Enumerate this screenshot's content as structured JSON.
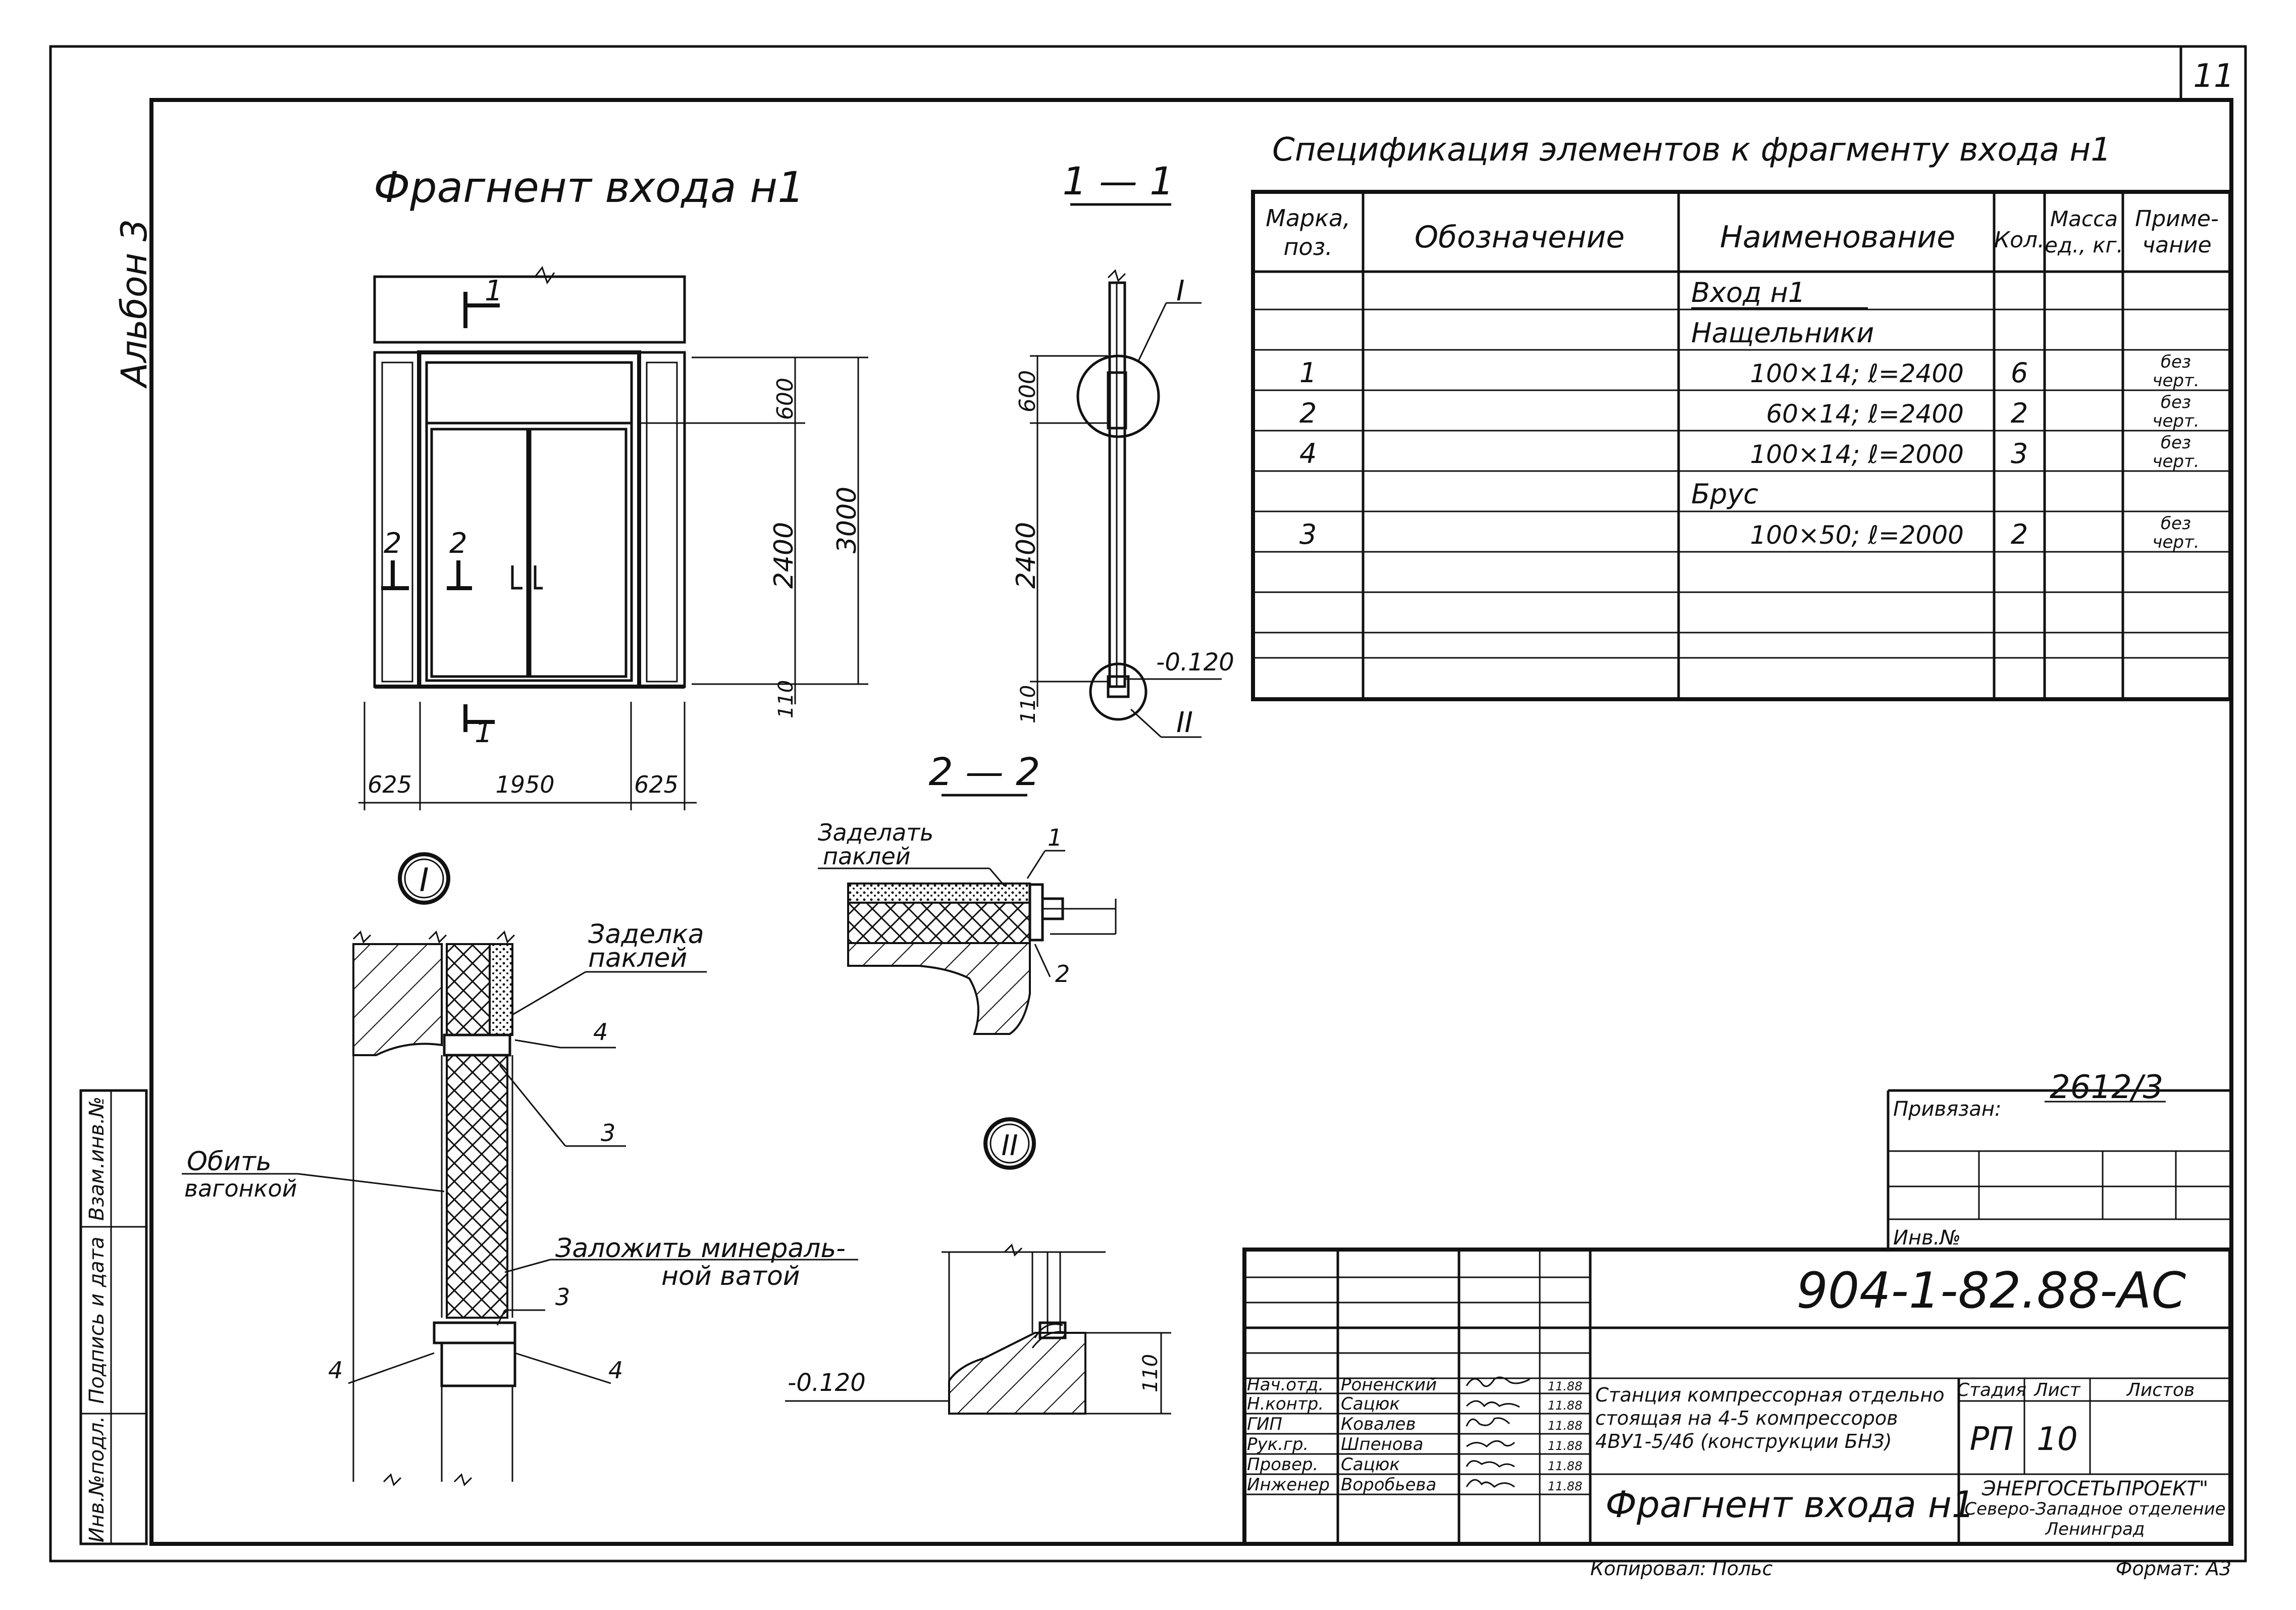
{
  "sheet_number": "11",
  "album": "Альбон 3",
  "copied_by": "Копировал: Польс",
  "format": "Формат: А3",
  "drawing": {
    "title": "Фрагнент входа н1",
    "section_1_title": "1 — 1",
    "section_2_title": "2 — 2",
    "node_1": "I",
    "node_2": "II",
    "cut_1": "1",
    "cut_2": "2",
    "dims": {
      "w_left": "625",
      "w_mid": "1950",
      "w_right": "625",
      "h_600": "600",
      "h_2400": "2400",
      "h_3000": "3000",
      "h_110": "110",
      "level": "-0.120"
    },
    "notes": {
      "zadelat_1": "Заделать",
      "zadelat_2": "паклей",
      "zadelka_1": "Заделка",
      "zadelka_2": "паклей",
      "obit_1": "Обить",
      "obit_2": "вагонкой",
      "zalozhit_1": "Заложить минераль-",
      "zalozhit_2": "ной ватой"
    },
    "marks": [
      "1",
      "2",
      "3",
      "4"
    ]
  },
  "spec": {
    "title": "Спецификация элементов к фрагменту входа н1",
    "headers": {
      "mark_1": "Марка,",
      "mark_2": "поз.",
      "designation": "Обозначение",
      "name": "Наименование",
      "qty": "Кол.",
      "mass_1": "Масса",
      "mass_2": "ед., кг.",
      "note_1": "Приме-",
      "note_2": "чание"
    },
    "rows": [
      {
        "mark": "",
        "name": "Вход н1",
        "qty": "",
        "note1": "",
        "note2": ""
      },
      {
        "mark": "",
        "name": "Нащельники",
        "qty": "",
        "note1": "",
        "note2": ""
      },
      {
        "mark": "1",
        "name": "100×14; ℓ=2400",
        "qty": "6",
        "note1": "без",
        "note2": "черт."
      },
      {
        "mark": "2",
        "name": "60×14; ℓ=2400",
        "qty": "2",
        "note1": "без",
        "note2": "черт."
      },
      {
        "mark": "4",
        "name": "100×14; ℓ=2000",
        "qty": "3",
        "note1": "без",
        "note2": "черт."
      },
      {
        "mark": "",
        "name": "Брус",
        "qty": "",
        "note1": "",
        "note2": ""
      },
      {
        "mark": "3",
        "name": "100×50; ℓ=2000",
        "qty": "2",
        "note1": "без",
        "note2": "черт."
      }
    ]
  },
  "privyazan": {
    "code": "2612/3",
    "label": "Привязан:",
    "inv": "Инв.№"
  },
  "stamp": {
    "doc_code": "904-1-82.88-АС",
    "project_1": "Станция компрессорная отдельно",
    "project_2": "стоящая на 4-5 компрессоров",
    "project_3": "4ВУ1-5/4б (конструкции БНЗ)",
    "sheet_title": "Фрагнент входа н1",
    "stage_label": "Стадия",
    "sheet_label": "Лист",
    "sheets_label": "Листов",
    "stage": "РП",
    "sheet": "10",
    "org_1": "ЭНЕРГОСЕТЬПРОЕКТ\"",
    "org_2": "Северо-Западное отделение",
    "org_3": "Ленинград",
    "people": [
      {
        "role": "Нач.отд.",
        "name": "Роненский",
        "date": "11.88"
      },
      {
        "role": "Н.контр.",
        "name": "Сацюк",
        "date": "11.88"
      },
      {
        "role": "ГИП",
        "name": "Ковалев",
        "date": "11.88"
      },
      {
        "role": "Рук.гр.",
        "name": "Шпенова",
        "date": "11.88"
      },
      {
        "role": "Провер.",
        "name": "Сацюк",
        "date": "11.88"
      },
      {
        "role": "Инженер",
        "name": "Воробьева",
        "date": "11.88"
      }
    ]
  },
  "side_stamp": {
    "c1": "Инв.№подл.",
    "c2": "Подпись и дата",
    "c3": "Взам.инв.№"
  }
}
